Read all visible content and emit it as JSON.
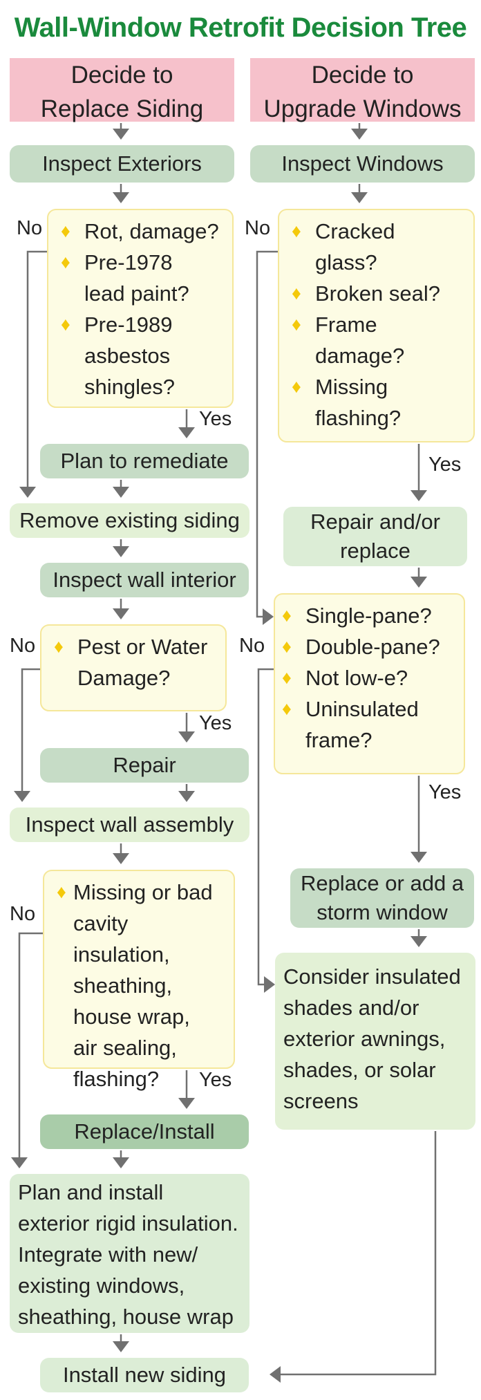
{
  "title": "Wall-Window Retrofit Decision Tree",
  "left": {
    "header": [
      "Decide to",
      "Replace Siding"
    ],
    "inspect_exteriors": "Inspect Exteriors",
    "q1": [
      [
        "Rot, damage?"
      ],
      [
        "Pre-1978",
        "lead paint?"
      ],
      [
        "Pre-1989",
        "asbestos",
        "shingles?"
      ]
    ],
    "plan_remediate": "Plan to remediate",
    "remove_siding": "Remove existing siding",
    "inspect_interior": "Inspect wall interior",
    "q2": [
      [
        "Pest or Water",
        "Damage?"
      ]
    ],
    "repair": "Repair",
    "inspect_assembly": "Inspect wall assembly",
    "q3": [
      [
        "Missing or bad",
        "cavity insulation,",
        "sheathing,",
        "house wrap,",
        "air sealing,",
        "flashing?"
      ]
    ],
    "replace_install": "Replace/Install",
    "plan_install": [
      "Plan and install",
      "exterior rigid insulation.",
      "Integrate with new/",
      "existing windows,",
      "sheathing, house wrap"
    ],
    "install_siding": "Install new siding"
  },
  "right": {
    "header": [
      "Decide to",
      "Upgrade Windows"
    ],
    "inspect_windows": "Inspect Windows",
    "q1": [
      [
        "Cracked",
        "glass?"
      ],
      [
        "Broken seal?"
      ],
      [
        "Frame",
        "damage?"
      ],
      [
        "Missing",
        "flashing?"
      ]
    ],
    "repair_replace": [
      "Repair and/or",
      "replace"
    ],
    "q2": [
      [
        "Single-pane?"
      ],
      [
        "Double-pane?"
      ],
      [
        "Not low-e?"
      ],
      [
        "Uninsulated",
        "frame?"
      ]
    ],
    "storm": [
      "Replace or add a",
      "storm window"
    ],
    "consider": [
      "Consider insulated",
      "shades and/or",
      "exterior awnings,",
      "shades, or solar",
      "screens"
    ]
  },
  "labels": {
    "no": "No",
    "yes": "Yes"
  },
  "colors": {
    "title": "#1a8a3c",
    "header": "#f6c1cb",
    "step": "#c6dcc6",
    "question_fill": "#fdfce4",
    "question_border": "#f5e79a",
    "diamond": "#f4c90b",
    "arrow": "#707070"
  }
}
